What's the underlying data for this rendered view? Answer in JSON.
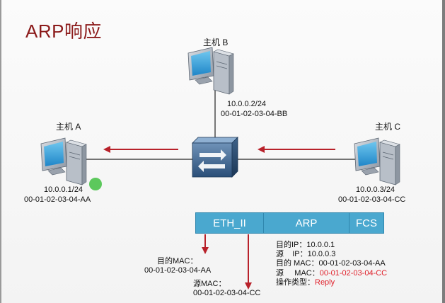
{
  "title": "ARP响应",
  "hosts": {
    "b": {
      "name": "主机 B",
      "ip": "10.0.0.2/24",
      "mac": "00-01-02-03-04-BB"
    },
    "a": {
      "name": "主机 A",
      "ip": "10.0.0.1/24",
      "mac": "00-01-02-03-04-AA"
    },
    "c": {
      "name": "主机 C",
      "ip": "10.0.0.3/24",
      "mac": "00-01-02-03-04-CC"
    }
  },
  "frame": {
    "eth": "ETH_II",
    "arp": "ARP",
    "fcs": "FCS"
  },
  "eth_fields": {
    "dst_label": "目的MAC：",
    "dst_value": "00-01-02-03-04-AA",
    "src_label": "源MAC：",
    "src_value": "00-01-02-03-04-CC"
  },
  "arp_fields": {
    "dst_ip_label": "目的IP：",
    "dst_ip_value": "10.0.0.1",
    "src_ip_label": "源    IP：",
    "src_ip_value": "10.0.0.3",
    "dst_mac_label": "目的 MAC：",
    "dst_mac_value": "00-01-02-03-04-AA",
    "src_mac_label": "源     MAC：",
    "src_mac_value": "00-01-02-03-04-CC",
    "op_label": "操作类型：",
    "op_value": "Reply"
  },
  "colors": {
    "arrow": "#b8212a",
    "frame": "#4aa8cf",
    "highlight": "#e0202a",
    "title": "#8b1a1a",
    "indicator": "#5cc85c"
  }
}
